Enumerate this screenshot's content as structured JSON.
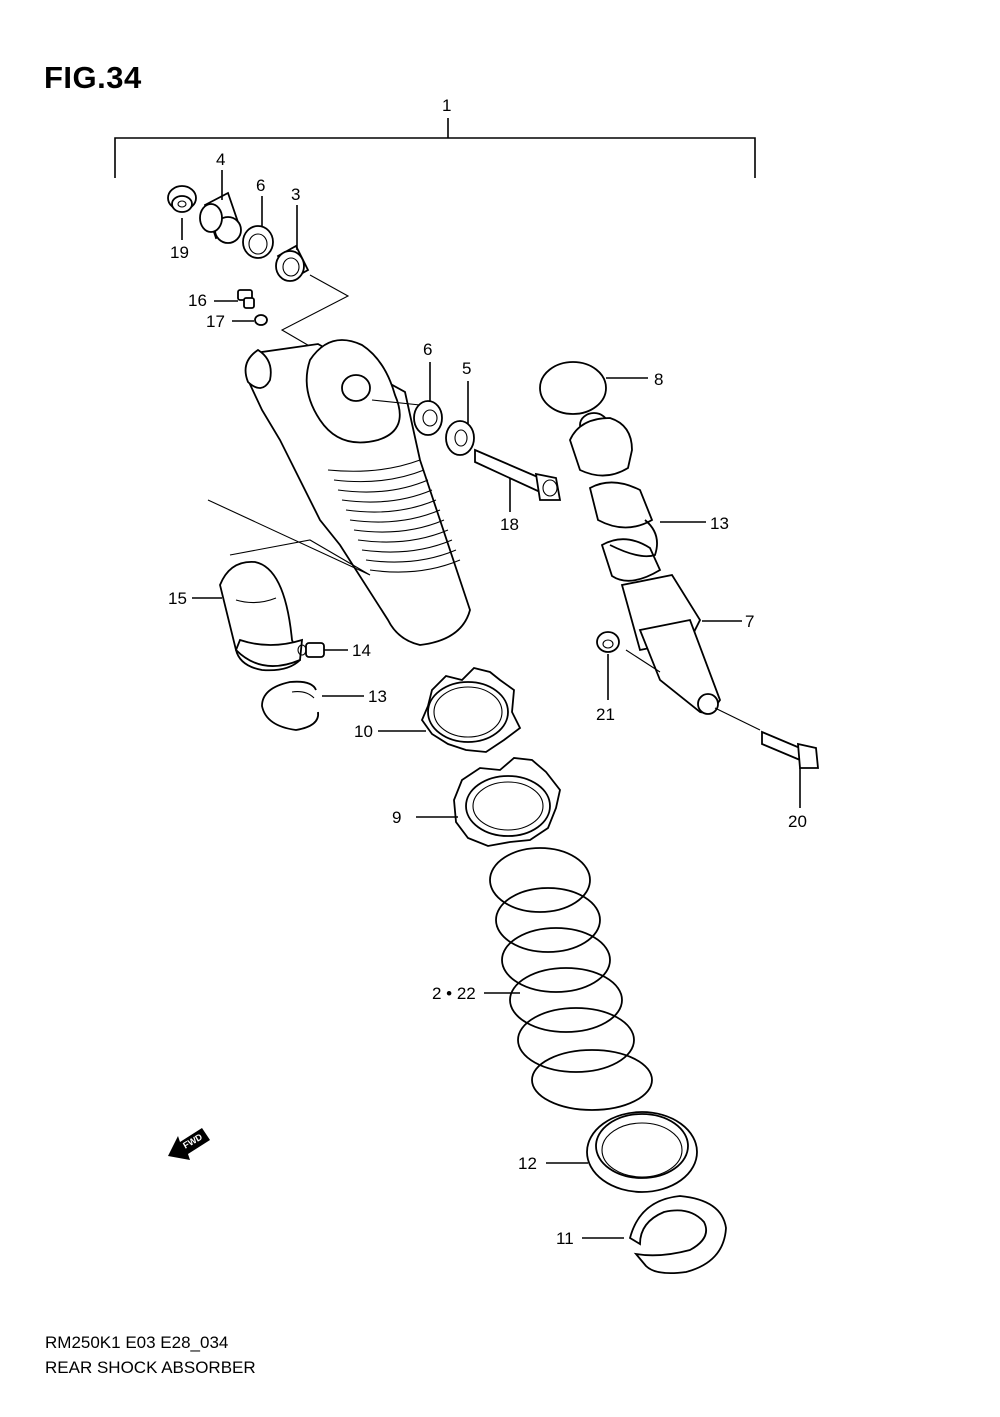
{
  "figure": {
    "title": "FIG.34",
    "code": "RM250K1 E03 E28_034",
    "name": "REAR SHOCK ABSORBER"
  },
  "fwd_badge": "FWD",
  "callouts": {
    "c1": "1",
    "c2_22": "2 • 22",
    "c3": "3",
    "c4": "4",
    "c5": "5",
    "c6a": "6",
    "c6b": "6",
    "c7": "7",
    "c8": "8",
    "c9": "9",
    "c10": "10",
    "c11": "11",
    "c12": "12",
    "c13a": "13",
    "c13b": "13",
    "c14": "14",
    "c15": "15",
    "c16": "16",
    "c17": "17",
    "c18": "18",
    "c19": "19",
    "c20": "20",
    "c21": "21"
  }
}
